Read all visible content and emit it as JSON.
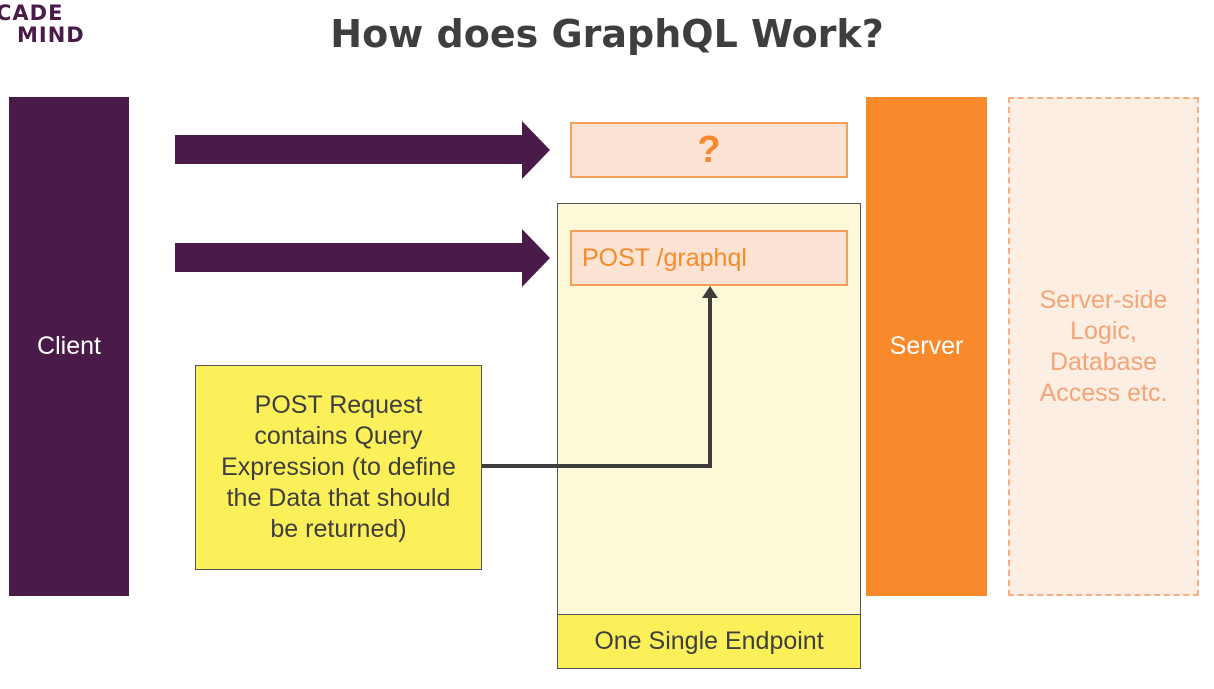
{
  "logo": {
    "line1": "CADE",
    "line2": "MIND"
  },
  "title": "How does GraphQL Work?",
  "client": {
    "label": "Client"
  },
  "query_box": {
    "label": "?"
  },
  "endpoint_box": {
    "label": "POST /graphql"
  },
  "endpoint_group": {
    "label": "One Single Endpoint"
  },
  "server": {
    "label": "Server"
  },
  "logic": {
    "label": "Server-side\nLogic,\nDatabase\nAccess etc."
  },
  "note": {
    "label": "POST Request\ncontains Query\nExpression (to define\nthe Data that should\nbe returned)"
  },
  "colors": {
    "client": "#4a1a48",
    "server": "#f98a2b",
    "note": "#fbf05a",
    "endpoint_bg": "#fdf9d8",
    "request_box_bg": "#fde3d3",
    "accent_orange": "#f58a2a",
    "connector": "#3e3e3e"
  }
}
